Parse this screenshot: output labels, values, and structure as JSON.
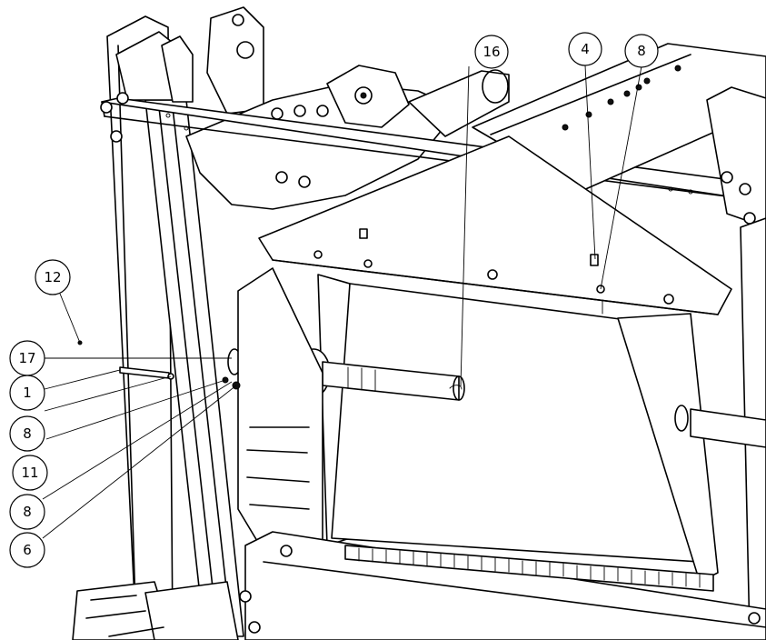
{
  "callouts": [
    {
      "label": "16"
    },
    {
      "label": "4"
    },
    {
      "label": "8"
    },
    {
      "label": "12"
    },
    {
      "label": "17"
    },
    {
      "label": "1"
    },
    {
      "label": "8"
    },
    {
      "label": "11"
    },
    {
      "label": "8"
    },
    {
      "label": "6"
    }
  ]
}
